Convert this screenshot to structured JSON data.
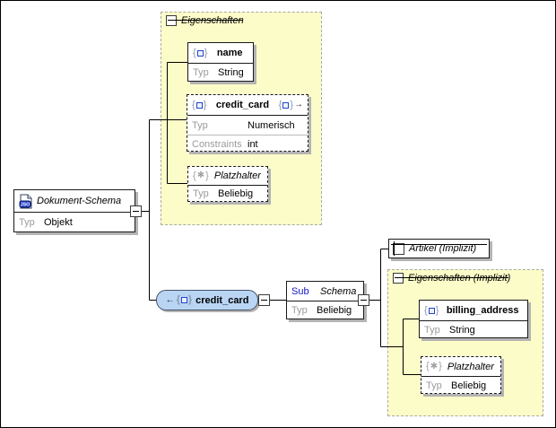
{
  "colors": {
    "container_fill": "#FCFCC9",
    "container_border": "#A9A9A9",
    "node_border": "#1A1A1A",
    "shadow": "#B4B4B4",
    "element_fill": "#B9D5F3",
    "element_border": "#44536B",
    "label_gray": "#9B9B9B",
    "accent_blue": "#1515CE",
    "icon_blue": "#2244CC"
  },
  "icons": {
    "open_brace": "{",
    "close_brace": "}",
    "star": "✱",
    "ref_arrow": "→",
    "elem_arrow": "←",
    "doc_badge": "JSO"
  },
  "containers": {
    "eigenschaften": {
      "label": "Eigenschaften"
    },
    "eigenschaften_implizit": {
      "label": "Eigenschaften (Implizit)"
    }
  },
  "nodes": {
    "dokument_schema": {
      "title": "Dokument-Schema",
      "rows": [
        {
          "label": "Typ",
          "value": "Objekt"
        }
      ]
    },
    "name_prop": {
      "title": "name",
      "rows": [
        {
          "label": "Typ",
          "value": "String"
        }
      ]
    },
    "credit_card_prop": {
      "title": "credit_card",
      "rows": [
        {
          "label": "Typ",
          "value": "Numerisch"
        },
        {
          "label": "Constraints",
          "value": "int"
        }
      ]
    },
    "platzhalter": {
      "title": "Platzhalter",
      "rows": [
        {
          "label": "Typ",
          "value": "Beliebig"
        }
      ]
    },
    "credit_card_element": {
      "title": "credit_card"
    },
    "schema_sub": {
      "kind": "Sub",
      "title": "Schema",
      "rows": [
        {
          "label": "Typ",
          "value": "Beliebig"
        }
      ]
    },
    "artikel": {
      "title": "Artikel (Implizit)"
    },
    "billing_address": {
      "title": "billing_address",
      "rows": [
        {
          "label": "Typ",
          "value": "String"
        }
      ]
    },
    "platzhalter_implizit": {
      "title": "Platzhalter",
      "rows": [
        {
          "label": "Typ",
          "value": "Beliebig"
        }
      ]
    }
  }
}
